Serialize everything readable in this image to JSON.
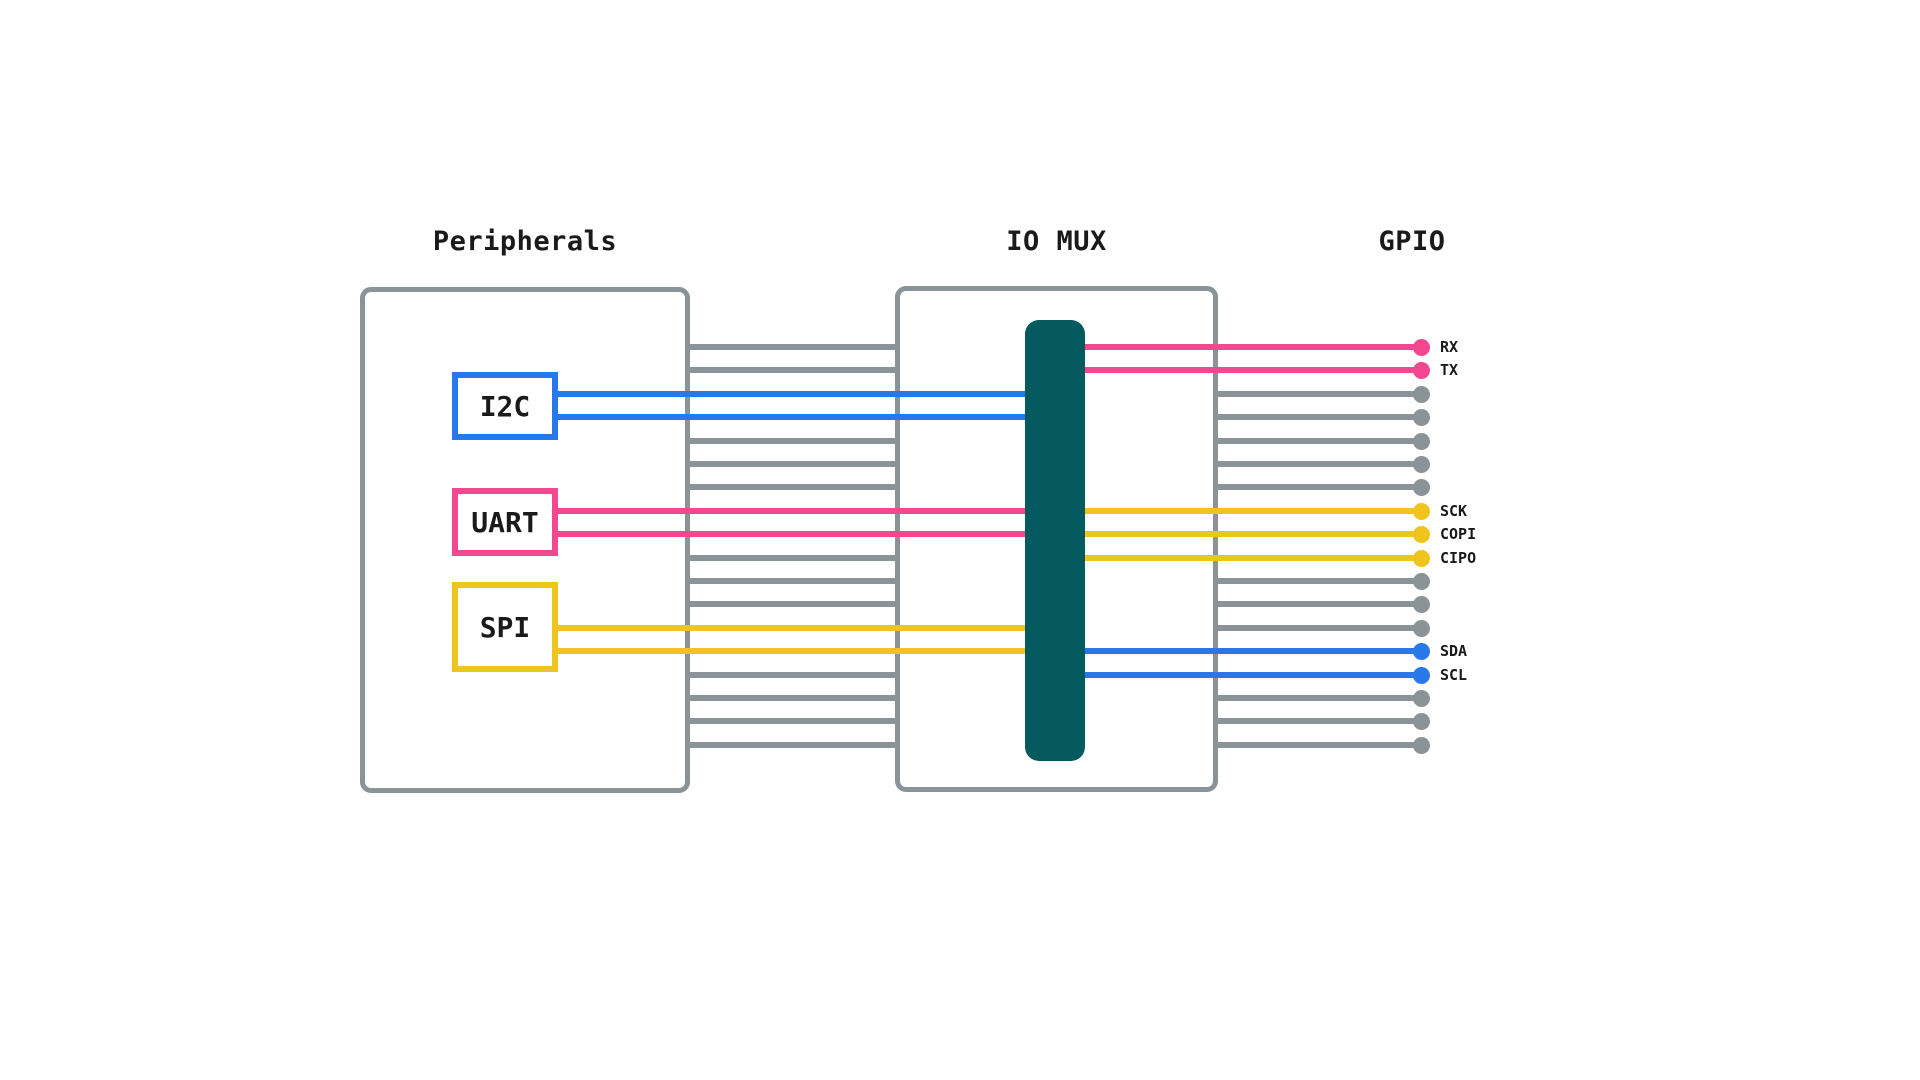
{
  "headings": {
    "peripherals": "Peripherals",
    "io_mux": "IO MUX",
    "gpio": "GPIO"
  },
  "peripheral_blocks": [
    {
      "id": "i2c",
      "label": "I2C",
      "color": "#2878eb",
      "mux_input_rows": [
        2,
        3
      ]
    },
    {
      "id": "uart",
      "label": "UART",
      "color": "#f4478f",
      "mux_input_rows": [
        7,
        8
      ]
    },
    {
      "id": "spi",
      "label": "SPI",
      "color": "#f0c41e",
      "mux_input_rows": [
        12,
        13
      ]
    }
  ],
  "gpio": {
    "pin_count": 18,
    "pins": [
      {
        "row": 0,
        "label": "RX",
        "color": "pink"
      },
      {
        "row": 1,
        "label": "TX",
        "color": "pink"
      },
      {
        "row": 2,
        "label": "",
        "color": "gray"
      },
      {
        "row": 3,
        "label": "",
        "color": "gray"
      },
      {
        "row": 4,
        "label": "",
        "color": "gray"
      },
      {
        "row": 5,
        "label": "",
        "color": "gray"
      },
      {
        "row": 6,
        "label": "",
        "color": "gray"
      },
      {
        "row": 7,
        "label": "SCK",
        "color": "yellow"
      },
      {
        "row": 8,
        "label": "COPI",
        "color": "yellow"
      },
      {
        "row": 9,
        "label": "CIPO",
        "color": "yellow"
      },
      {
        "row": 10,
        "label": "",
        "color": "gray"
      },
      {
        "row": 11,
        "label": "",
        "color": "gray"
      },
      {
        "row": 12,
        "label": "",
        "color": "gray"
      },
      {
        "row": 13,
        "label": "SDA",
        "color": "blue"
      },
      {
        "row": 14,
        "label": "SCL",
        "color": "blue"
      },
      {
        "row": 15,
        "label": "",
        "color": "gray"
      },
      {
        "row": 16,
        "label": "",
        "color": "gray"
      },
      {
        "row": 17,
        "label": "",
        "color": "gray"
      }
    ]
  },
  "colors": {
    "gray": "#8a9397",
    "blue": "#2878eb",
    "pink": "#f4478f",
    "yellow": "#f0c41e",
    "mux_bar": "#045a5e",
    "text": "#1a1a1a",
    "background": "#ffffff"
  }
}
